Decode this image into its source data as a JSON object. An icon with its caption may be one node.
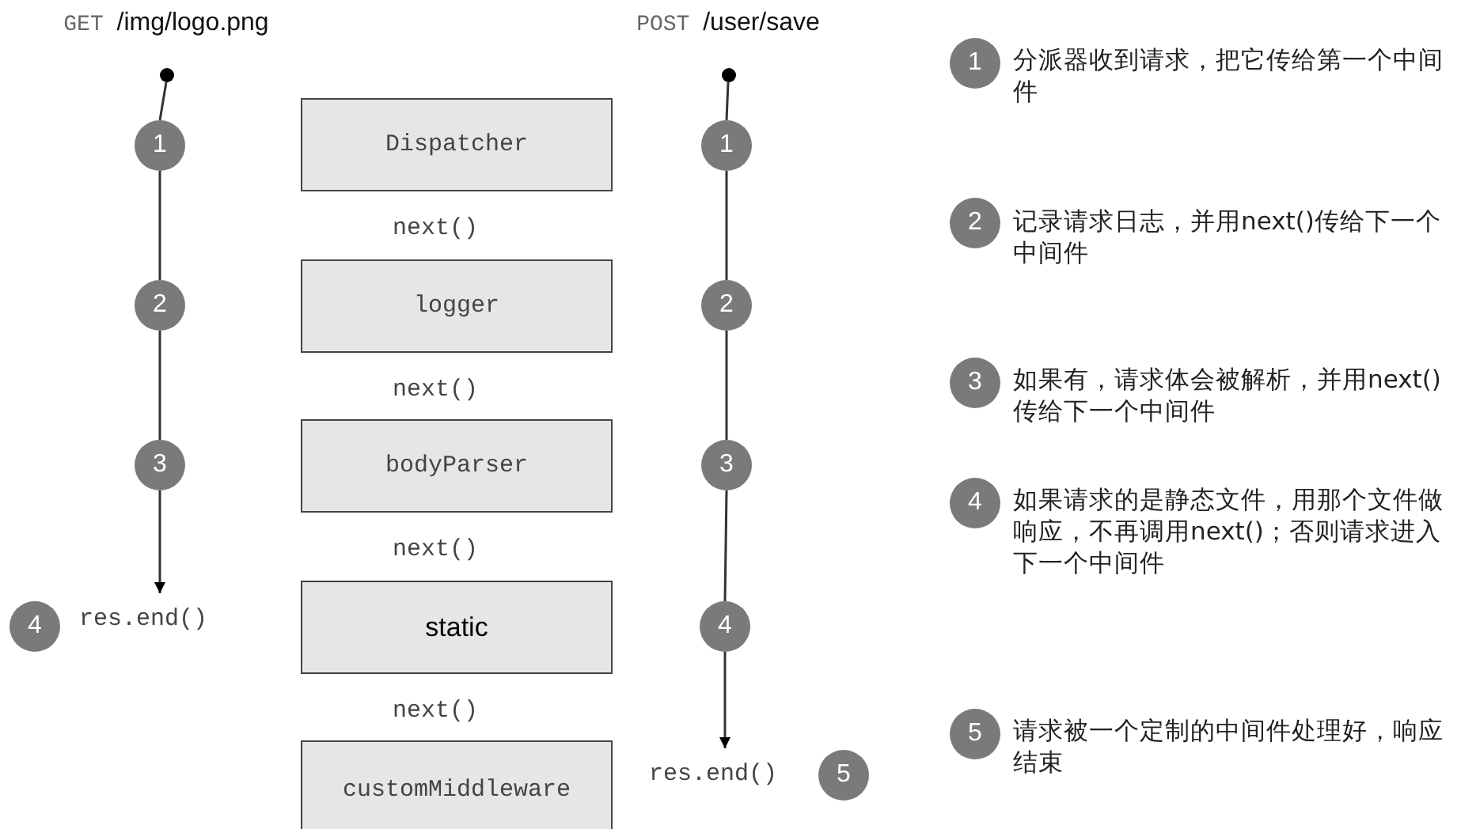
{
  "diagram": {
    "nodes": [
      {
        "text": [
          "GET /img/logo.png"
        ]
      },
      {
        "text": [
          "POST /user/save"
        ]
      },
      {
        "text": [
          "Dispatcher"
        ]
      },
      {
        "text": [
          "1"
        ]
      },
      {
        "text": [
          "1"
        ]
      },
      {
        "text": [
          "1"
        ],
        "beside": [
          "分派器收到请求，把它传给第一个中间件"
        ]
      },
      {
        "text": [
          "logger"
        ]
      },
      {
        "text": [
          "2"
        ]
      },
      {
        "text": [
          "2"
        ]
      },
      {
        "text": [
          "2"
        ],
        "beside": [
          "记录请求日志，并用next()传给下一个中间件"
        ]
      },
      {
        "text": [
          "bodyParser"
        ]
      },
      {
        "text": [
          "3"
        ]
      },
      {
        "text": [
          "3"
        ]
      },
      {
        "text": [
          "3"
        ],
        "beside": [
          "如果有，请求体会被解析，并用next()传给下一个中间件"
        ]
      },
      {
        "text": [
          "static"
        ]
      },
      {
        "text": [
          "4"
        ]
      },
      {
        "text": [
          "res.end()"
        ]
      },
      {
        "text": [
          "4"
        ]
      },
      {
        "text": [
          "4"
        ],
        "beside": [
          "如果请求的是静态文件，用那个文件做响应，不再调用next()；否则请求进入下一个中间件"
        ]
      },
      {
        "text": [
          "customMiddleware"
        ]
      },
      {
        "text": [
          "res.end()"
        ]
      },
      {
        "text": [
          "5"
        ]
      },
      {
        "text": [
          "5"
        ],
        "beside": [
          "请求被一个定制的中间件处理好，响应结束"
        ]
      }
    ],
    "edges": [
      {
        "from": 0,
        "to": 3,
        "arrow": "none"
      },
      {
        "from": 3,
        "to": 7,
        "arrow": "none"
      },
      {
        "from": 7,
        "to": 11,
        "arrow": "none"
      },
      {
        "from": 11,
        "to": 16,
        "arrow": "to"
      },
      {
        "from": 1,
        "to": 4,
        "arrow": "none"
      },
      {
        "from": 4,
        "to": 8,
        "arrow": "none"
      },
      {
        "from": 8,
        "to": 12,
        "arrow": "none"
      },
      {
        "from": 12,
        "to": 17,
        "arrow": "none"
      },
      {
        "from": 17,
        "to": 20,
        "arrow": "to"
      }
    ],
    "labels": [
      "next()",
      "next()",
      "next()",
      "next()"
    ]
  }
}
